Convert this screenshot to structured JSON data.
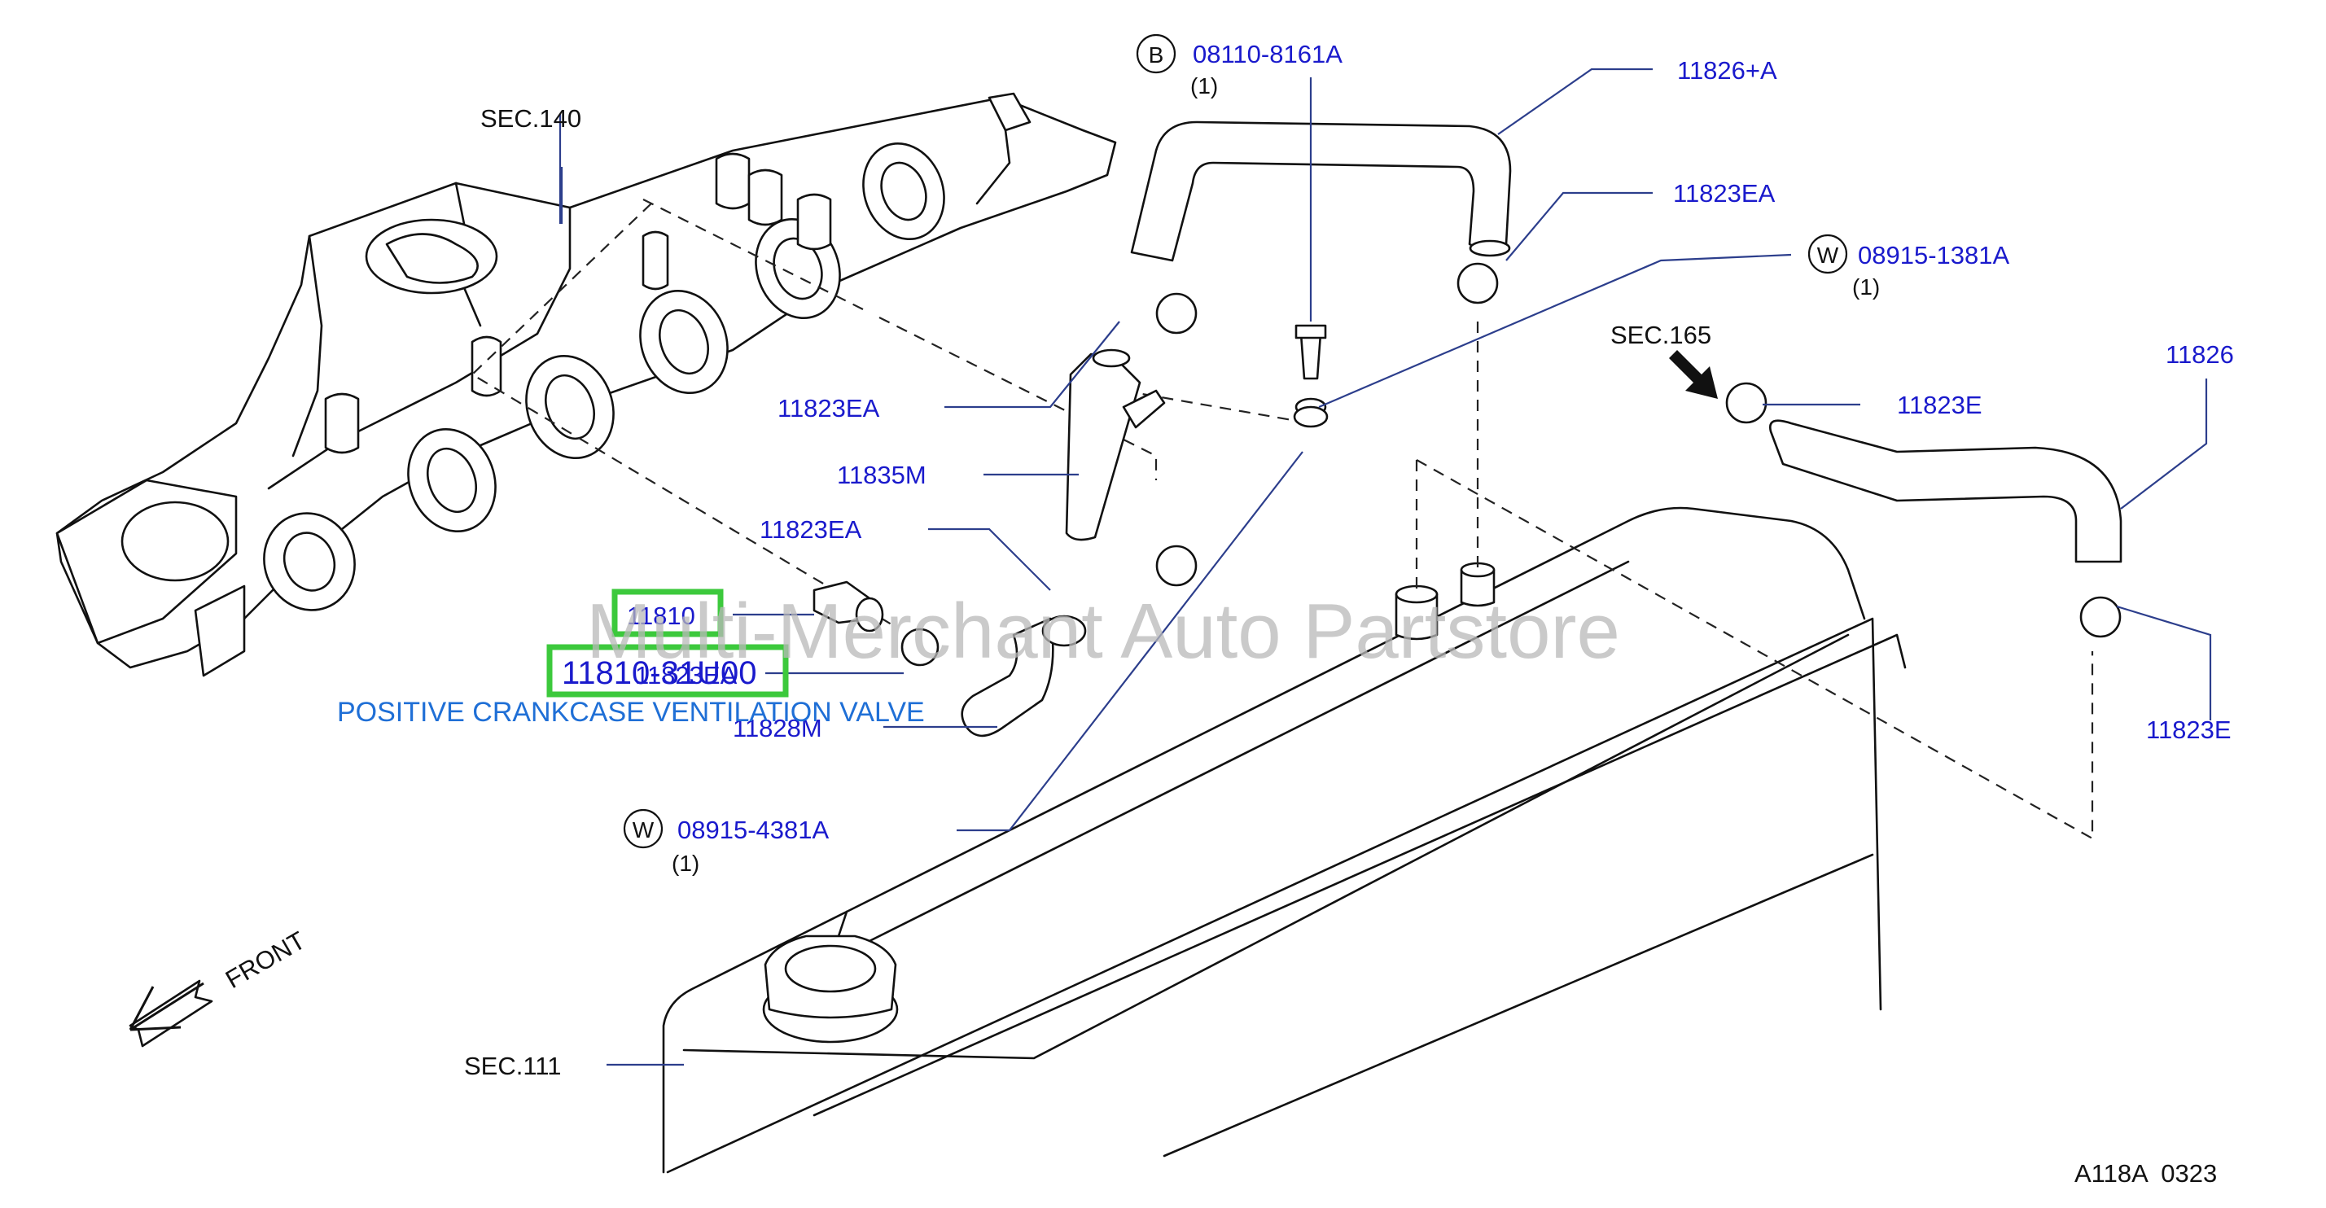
{
  "watermark": "Multi-Merchant Auto Partstore",
  "diagram_code": "A118A  0323",
  "front_label": "FRONT",
  "callout_letters": {
    "b": "B",
    "w1": "W",
    "w2": "W"
  },
  "sections": {
    "sec140": "SEC.140",
    "sec165": "SEC.165",
    "sec111": "SEC.111"
  },
  "parts": {
    "bolt": "08110-8161A",
    "bolt_qty": "(1)",
    "hose_a": "11826+A",
    "clamp_ea_top": "11823EA",
    "washer_right": "08915-1381A",
    "washer_right_qty": "(1)",
    "hose_right": "11826",
    "clamp_e_left": "11823E",
    "clamp_e_right": "11823E",
    "clamp_ea_left": "11823EA",
    "tube": "11835M",
    "clamp_ea_mid": "11823EA",
    "valve": "11810",
    "valve_part_no": "11810-31U00",
    "clamp_ea_low": "11823EA",
    "hose_m": "11828M",
    "washer_left": "08915-4381A",
    "washer_left_qty": "(1)"
  },
  "highlight": {
    "color": "#3cc93c",
    "caption": "POSITIVE CRANKCASE VENTILATION VALVE"
  },
  "colors": {
    "label": "#1a1acc",
    "caption": "#1f6fd6",
    "line": "#111111"
  }
}
